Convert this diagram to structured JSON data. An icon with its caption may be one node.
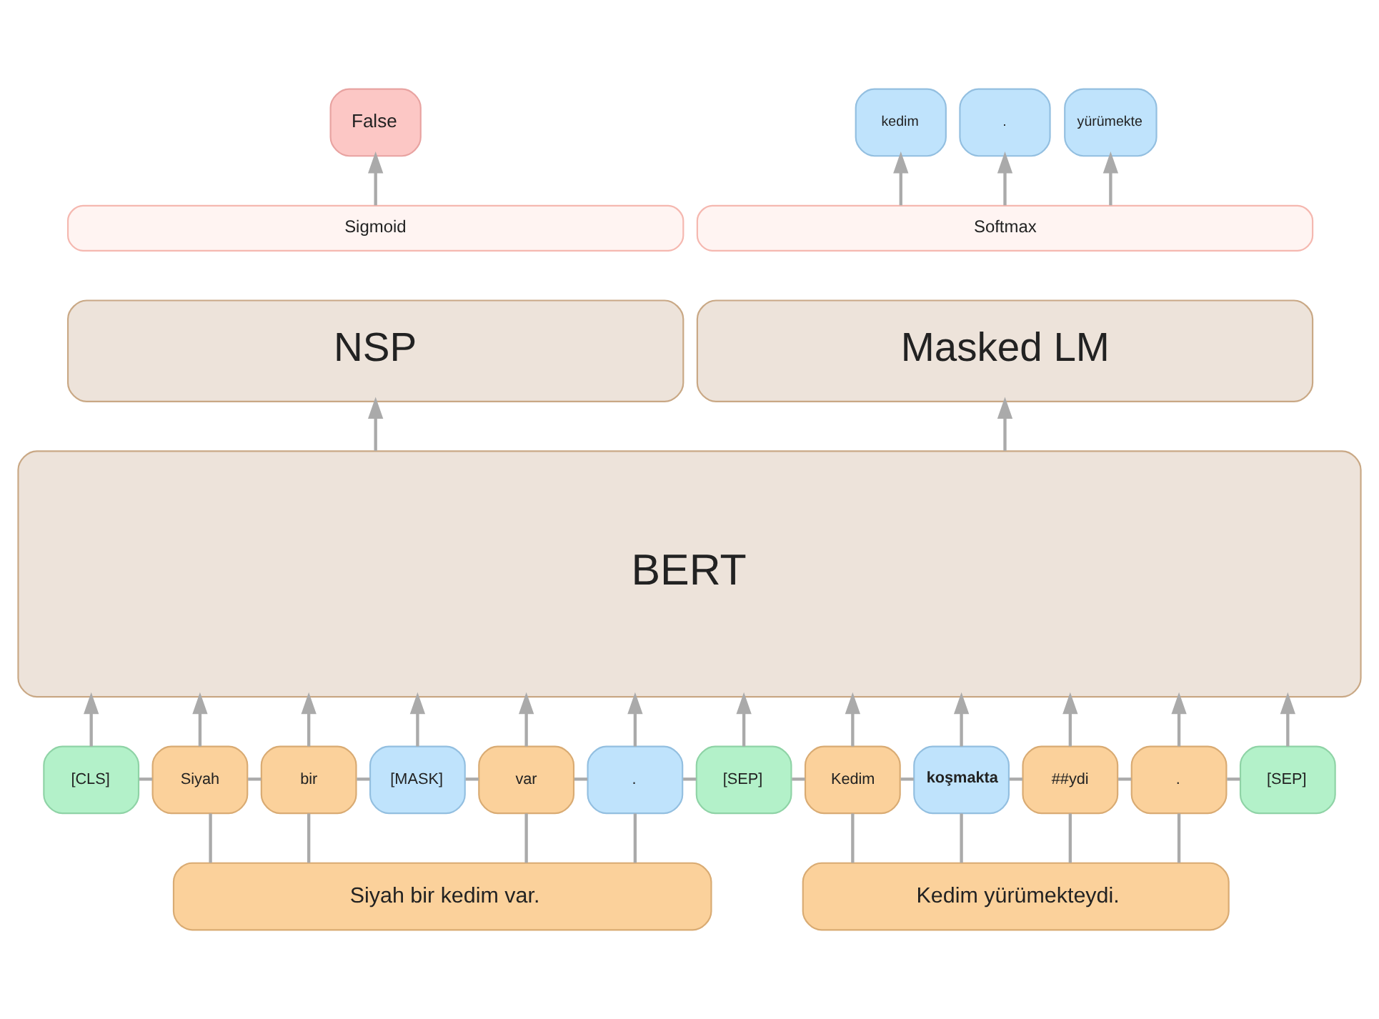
{
  "diagram": {
    "nodes": [
      {
        "text": [
          "False"
        ]
      },
      {
        "text": [
          "kedim"
        ]
      },
      {
        "text": [
          "."
        ]
      },
      {
        "text": [
          "yürümekte"
        ]
      },
      {
        "text": [
          "Sigmoid"
        ]
      },
      {
        "text": [
          "Softmax"
        ]
      },
      {
        "text": [
          "NSP"
        ]
      },
      {
        "text": [
          "Masked LM"
        ]
      },
      {
        "text": [
          "BERT"
        ]
      },
      {
        "text": [
          "[CLS]"
        ]
      },
      {
        "text": [
          "Siyah"
        ]
      },
      {
        "text": [
          "bir"
        ]
      },
      {
        "text": [
          "[MASK]"
        ]
      },
      {
        "text": [
          "var"
        ]
      },
      {
        "text": [
          "."
        ]
      },
      {
        "text": [
          "[SEP]"
        ]
      },
      {
        "text": [
          "Kedim"
        ]
      },
      {
        "text": [
          "koşmakta"
        ]
      },
      {
        "text": [
          "##ydi"
        ]
      },
      {
        "text": [
          "."
        ]
      },
      {
        "text": [
          "[SEP]"
        ]
      },
      {
        "text": [
          "Siyah bir kedim var."
        ]
      },
      {
        "text": [
          "Kedim yürümekteydi."
        ]
      }
    ],
    "edges": [
      {
        "from": 4,
        "to": 0,
        "arrow": "to"
      },
      {
        "from": 5,
        "to": 1,
        "arrow": "to"
      },
      {
        "from": 5,
        "to": 2,
        "arrow": "to"
      },
      {
        "from": 5,
        "to": 3,
        "arrow": "to"
      },
      {
        "from": 8,
        "to": 6,
        "arrow": "to"
      },
      {
        "from": 8,
        "to": 7,
        "arrow": "to"
      },
      {
        "from": 9,
        "to": 8,
        "arrow": "to"
      },
      {
        "from": 10,
        "to": 8,
        "arrow": "to"
      },
      {
        "from": 11,
        "to": 8,
        "arrow": "to"
      },
      {
        "from": 12,
        "to": 8,
        "arrow": "to"
      },
      {
        "from": 13,
        "to": 8,
        "arrow": "to"
      },
      {
        "from": 14,
        "to": 8,
        "arrow": "to"
      },
      {
        "from": 15,
        "to": 8,
        "arrow": "to"
      },
      {
        "from": 16,
        "to": 8,
        "arrow": "to"
      },
      {
        "from": 17,
        "to": 8,
        "arrow": "to"
      },
      {
        "from": 18,
        "to": 8,
        "arrow": "to"
      },
      {
        "from": 19,
        "to": 8,
        "arrow": "to"
      },
      {
        "from": 20,
        "to": 8,
        "arrow": "to"
      },
      {
        "from": 9,
        "to": 10,
        "arrow": "none"
      },
      {
        "from": 10,
        "to": 11,
        "arrow": "none"
      },
      {
        "from": 11,
        "to": 12,
        "arrow": "none"
      },
      {
        "from": 12,
        "to": 13,
        "arrow": "none"
      },
      {
        "from": 13,
        "to": 14,
        "arrow": "none"
      },
      {
        "from": 14,
        "to": 15,
        "arrow": "none"
      },
      {
        "from": 15,
        "to": 16,
        "arrow": "none"
      },
      {
        "from": 16,
        "to": 17,
        "arrow": "none"
      },
      {
        "from": 17,
        "to": 18,
        "arrow": "none"
      },
      {
        "from": 18,
        "to": 19,
        "arrow": "none"
      },
      {
        "from": 19,
        "to": 20,
        "arrow": "none"
      },
      {
        "from": 21,
        "to": 10,
        "arrow": "none"
      },
      {
        "from": 21,
        "to": 11,
        "arrow": "none"
      },
      {
        "from": 21,
        "to": 13,
        "arrow": "none"
      },
      {
        "from": 21,
        "to": 14,
        "arrow": "none"
      },
      {
        "from": 22,
        "to": 16,
        "arrow": "none"
      },
      {
        "from": 22,
        "to": 17,
        "arrow": "none"
      },
      {
        "from": 22,
        "to": 18,
        "arrow": "none"
      },
      {
        "from": 22,
        "to": 19,
        "arrow": "none"
      }
    ]
  }
}
